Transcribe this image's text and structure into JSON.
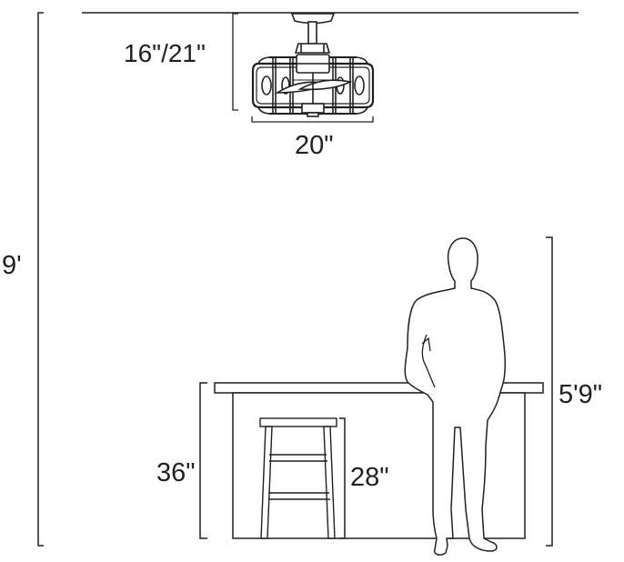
{
  "dimensions": {
    "ceiling_height": "9'",
    "fan_drop": "16\"/21\"",
    "fan_diameter": "20\"",
    "person_height": "5'9\"",
    "counter_height": "36\"",
    "stool_height": "28\""
  },
  "colors": {
    "line": "#231f20",
    "background": "#ffffff"
  }
}
